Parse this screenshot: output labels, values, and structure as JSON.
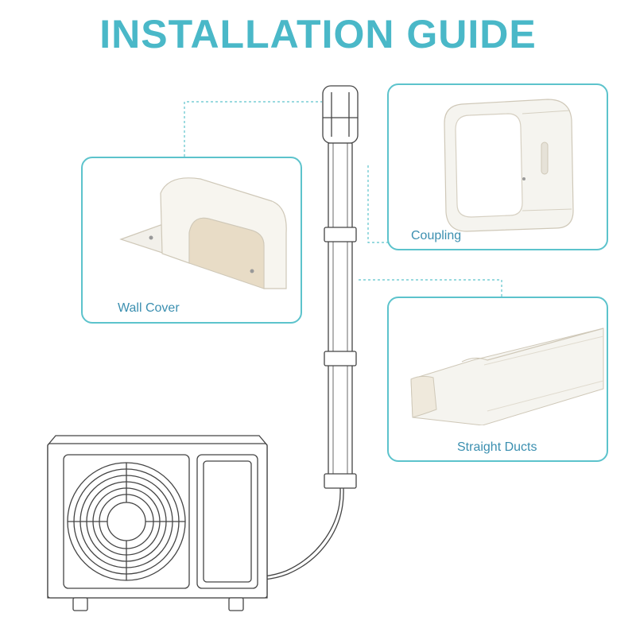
{
  "title": "INSTALLATION GUIDE",
  "colors": {
    "title": "#4ab8c8",
    "accent": "#5cc3cc",
    "label": "#3b8fb0",
    "line": "#444444",
    "part": "#f2f0ea",
    "part_shadow": "#d9d3c4"
  },
  "parts": {
    "wall_cover": {
      "label": "Wall Cover",
      "icon": "wall-cover-icon"
    },
    "coupling": {
      "label": "Coupling",
      "icon": "coupling-icon"
    },
    "straight_ducts": {
      "label": "Straight Ducts",
      "icon": "straight-duct-icon"
    }
  },
  "unit": {
    "icon": "outdoor-ac-unit-icon"
  }
}
